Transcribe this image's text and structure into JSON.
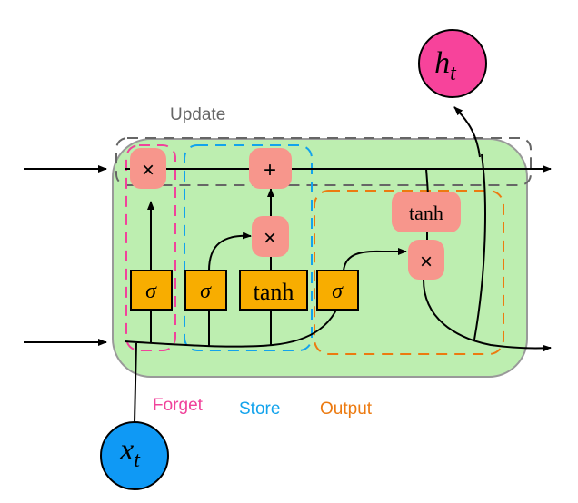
{
  "diagram": {
    "title": "LSTM cell",
    "labels": {
      "update": "Update",
      "forget": "Forget",
      "store": "Store",
      "output": "Output"
    },
    "nodes": {
      "h_t": {
        "base": "h",
        "sub": "t"
      },
      "x_t": {
        "base": "x",
        "sub": "t"
      }
    },
    "ops": {
      "forget_mul": "×",
      "add": "+",
      "store_mul": "×",
      "out_tanh": "tanh",
      "out_mul": "×"
    },
    "gates": {
      "forget_sigma": "σ",
      "input_sigma": "σ",
      "cand_tanh": "tanh",
      "output_sigma": "σ"
    },
    "colors": {
      "cell_fill": "#bdeeb0",
      "cell_stroke": "#999999",
      "op_fill": "#f7968c",
      "gate_fill": "#f8ad00",
      "forget": "#f0439b",
      "store": "#13a3ec",
      "output": "#ec7a10",
      "update": "#666666",
      "h_fill": "#f7439b",
      "x_fill": "#0f99f5"
    }
  }
}
